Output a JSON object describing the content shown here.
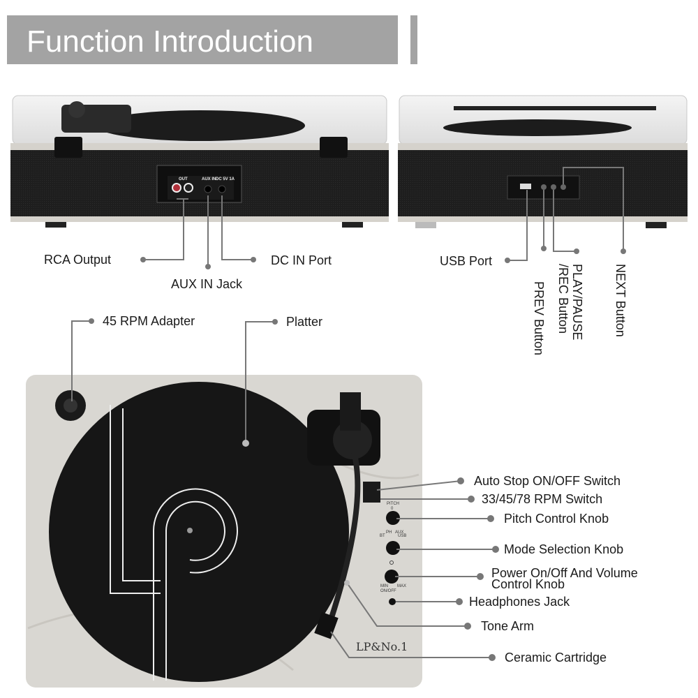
{
  "header": {
    "title": "Function Introduction"
  },
  "front_view": {
    "panel": {
      "out": "OUT",
      "aux_in": "AUX IN",
      "dc": "DC 5V 1A"
    },
    "labels": {
      "rca_output": "RCA Output",
      "aux_in_jack": "AUX IN Jack",
      "dc_in_port": "DC IN Port"
    }
  },
  "side_view": {
    "labels": {
      "usb_port": "USB Port",
      "prev_button": "PREV Button",
      "play_pause_line1": "PLAY/PAUSE",
      "play_pause_line2": "/REC Button",
      "next_button": "NEXT Button"
    }
  },
  "top_view": {
    "brand": "LP&No.1",
    "controls": {
      "pitch": "PITCH",
      "pitch_zero": "0",
      "bt": "BT",
      "ph": "PH",
      "aux": "AUX",
      "usb": "USB",
      "min": "MIN",
      "max": "MAX",
      "onoff": "ON/OFF"
    },
    "labels": {
      "adapter": "45 RPM Adapter",
      "platter": "Platter",
      "auto_stop": "Auto Stop ON/OFF Switch",
      "rpm_switch": "33/45/78 RPM Switch",
      "pitch_knob": "Pitch Control Knob",
      "mode_knob": "Mode Selection Knob",
      "power_line1": "Power On/Off And Volume",
      "power_line2": "Control Knob",
      "headphones": "Headphones Jack",
      "tone_arm": "Tone Arm",
      "cartridge": "Ceramic Cartridge"
    }
  },
  "colors": {
    "banner": "#a3a3a3",
    "leader": "#777777",
    "fabric": "#202020",
    "marble": "#d9d7d2"
  }
}
